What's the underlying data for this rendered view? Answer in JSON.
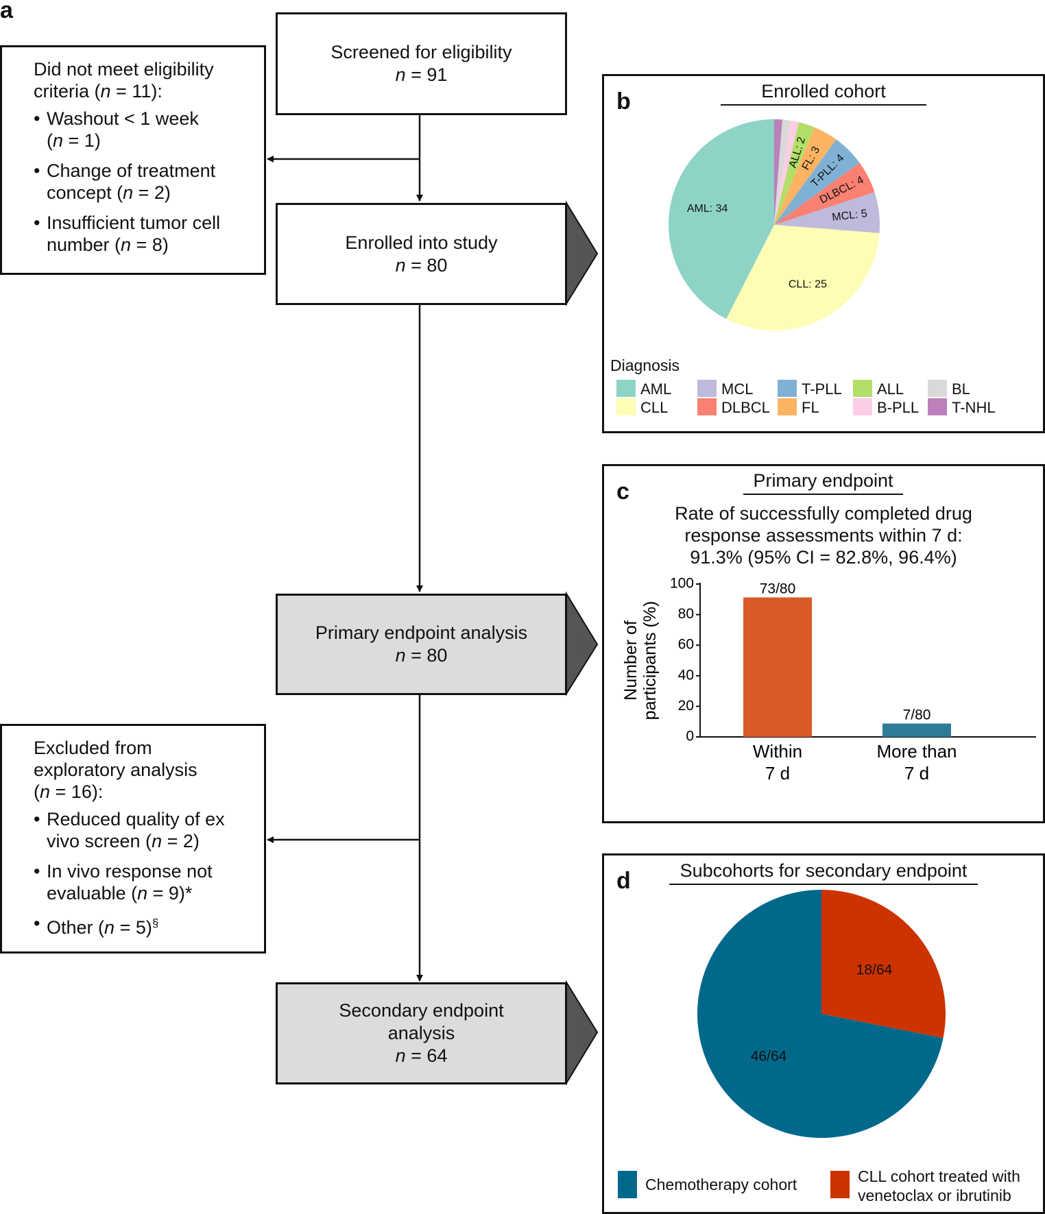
{
  "panel_a": {
    "letter": "a",
    "screened": {
      "line1": "Screened for eligibility",
      "n_label": "n",
      "n_value": " = 91"
    },
    "enrolled": {
      "line1": "Enrolled into study",
      "n_label": "n",
      "n_value": " = 80"
    },
    "primary": {
      "line1": "Primary endpoint analysis",
      "n_label": "n",
      "n_value": " = 80"
    },
    "secondary": {
      "line1": "Secondary endpoint",
      "line2": "analysis",
      "n_label": "n",
      "n_value": " = 64"
    },
    "not_eligible": {
      "head1": "Did not meet eligibility",
      "head2_pre": "criteria (",
      "head2_n": "n",
      "head2_post": " = 11):",
      "items": [
        {
          "pre": "Washout < 1 week",
          "pre2": "(",
          "n": "n",
          "post": " = 1)"
        },
        {
          "pre": "Change of treatment",
          "pre2": "concept (",
          "n": "n",
          "post": " = 2)"
        },
        {
          "pre": "Insufficient tumor cell",
          "pre2": "number (",
          "n": "n",
          "post": " = 8)"
        }
      ]
    },
    "excluded": {
      "head1": "Excluded from",
      "head2": "exploratory analysis",
      "head3_pre": "(",
      "head3_n": "n",
      "head3_post": " = 16):",
      "items": [
        {
          "pre": "Reduced quality of ex",
          "pre2": "vivo screen (",
          "n": "n",
          "post": " = 2)",
          "sup": ""
        },
        {
          "pre": "In vivo response not",
          "pre2": "evaluable (",
          "n": "n",
          "post": " = 9)*",
          "sup": ""
        },
        {
          "pre": "",
          "pre2": "Other (",
          "n": "n",
          "post": " = 5)",
          "sup": "§"
        }
      ]
    }
  },
  "panel_b": {
    "letter": "b",
    "title": "Enrolled cohort",
    "legend_title": "Diagnosis",
    "legend": [
      {
        "label": "AML",
        "color": "#8ed4c6"
      },
      {
        "label": "CLL",
        "color": "#fdfdb3"
      },
      {
        "label": "MCL",
        "color": "#bebadb"
      },
      {
        "label": "DLBCL",
        "color": "#fa8072"
      },
      {
        "label": "T-PLL",
        "color": "#80b1d4"
      },
      {
        "label": "FL",
        "color": "#fdb462"
      },
      {
        "label": "ALL",
        "color": "#b3de69"
      },
      {
        "label": "B-PLL",
        "color": "#fccde5"
      },
      {
        "label": "BL",
        "color": "#d9d9d9"
      },
      {
        "label": "T-NHL",
        "color": "#bc80bd"
      }
    ]
  },
  "panel_c": {
    "letter": "c",
    "title": "Primary endpoint",
    "desc1": "Rate of successfully completed drug",
    "desc2": "response assessments within 7 d:",
    "desc3": "91.3% (95% CI = 82.8%, 96.4%)"
  },
  "panel_d": {
    "letter": "d",
    "title": "Subcohorts for secondary endpoint",
    "legend": [
      {
        "label1": "Chemotherapy cohort",
        "label2": "",
        "color": "#00688b"
      },
      {
        "label1": "CLL cohort treated with",
        "label2": "venetoclax or ibrutinib",
        "color": "#cc3300"
      }
    ]
  },
  "chart_data": [
    {
      "type": "pie",
      "title": "Enrolled cohort",
      "order": "clockwise from 12 o'clock",
      "slices": [
        {
          "label": "T-NHL",
          "value": 1,
          "color": "#bc80bd",
          "slice_label": ""
        },
        {
          "label": "BL",
          "value": 1,
          "color": "#d9d9d9",
          "slice_label": ""
        },
        {
          "label": "B-PLL",
          "value": 1,
          "color": "#fccde5",
          "slice_label": ""
        },
        {
          "label": "ALL",
          "value": 2,
          "color": "#b3de69",
          "slice_label": "ALL: 2"
        },
        {
          "label": "FL",
          "value": 3,
          "color": "#fdb462",
          "slice_label": "FL: 3"
        },
        {
          "label": "T-PLL",
          "value": 4,
          "color": "#80b1d4",
          "slice_label": "T-PLL: 4"
        },
        {
          "label": "DLBCL",
          "value": 4,
          "color": "#fa8072",
          "slice_label": "DLBCL: 4"
        },
        {
          "label": "MCL",
          "value": 5,
          "color": "#bebadb",
          "slice_label": "MCL: 5"
        },
        {
          "label": "CLL",
          "value": 25,
          "color": "#fdfdb3",
          "slice_label": "CLL: 25"
        },
        {
          "label": "AML",
          "value": 34,
          "color": "#8ed4c6",
          "slice_label": "AML: 34"
        }
      ]
    },
    {
      "type": "bar",
      "title": "Primary endpoint",
      "categories": [
        "Within 7 d",
        "More than 7 d"
      ],
      "category_lines": [
        [
          "Within",
          "7 d"
        ],
        [
          "More than",
          "7 d"
        ]
      ],
      "values": [
        91.25,
        8.75
      ],
      "data_labels": [
        "73/80",
        "7/80"
      ],
      "colors": [
        "#d95a28",
        "#2f7a97"
      ],
      "ylabel_lines": [
        "Number of",
        "participants (%)"
      ],
      "ylim": [
        0,
        100
      ],
      "yticks": [
        0,
        20,
        40,
        60,
        80,
        100
      ]
    },
    {
      "type": "pie",
      "title": "Subcohorts for secondary endpoint",
      "order": "clockwise from 12 o'clock",
      "slices": [
        {
          "label": "CLL cohort treated with venetoclax or ibrutinib",
          "value": 18,
          "color": "#cc3300",
          "slice_label": "18/64"
        },
        {
          "label": "Chemotherapy cohort",
          "value": 46,
          "color": "#00688b",
          "slice_label": "46/64"
        }
      ]
    }
  ]
}
